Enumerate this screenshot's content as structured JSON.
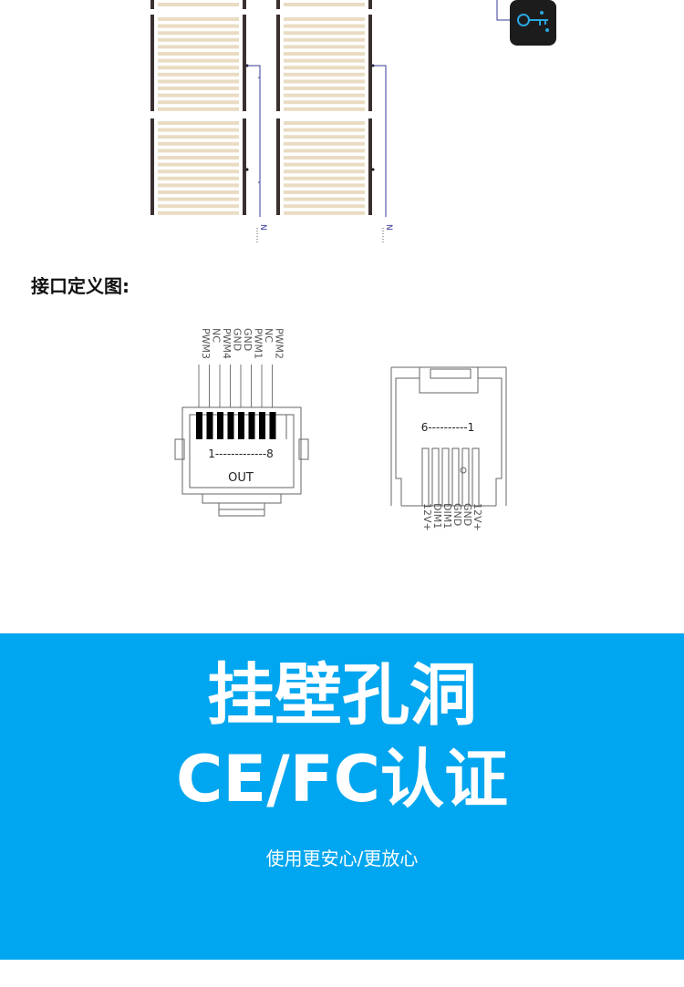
{
  "wiring": {
    "n_label": "N",
    "colors": {
      "frame": "#3b3030",
      "led": "#e9dcc2",
      "wire": "#3a3a9a",
      "key_bg": "#1c1c1c",
      "key_icon": "#29a7e0"
    }
  },
  "interface": {
    "title": "接口定义图:",
    "rj45": {
      "pins": [
        "PWM3",
        "NC",
        "PWM4",
        "GND",
        "GND",
        "PWM1",
        "NC",
        "PWM2"
      ],
      "range_label": "1-------------8",
      "port_label": "OUT"
    },
    "rj12": {
      "pins": [
        "12V+",
        "GND",
        "GND",
        "DIM1",
        "DIM1",
        "12V+"
      ],
      "range_label": "6----------1"
    }
  },
  "banner": {
    "line1": "挂壁孔洞",
    "line2": "CE/FC认证",
    "subtitle": "使用更安心/更放心",
    "color": "#00a6ef"
  }
}
